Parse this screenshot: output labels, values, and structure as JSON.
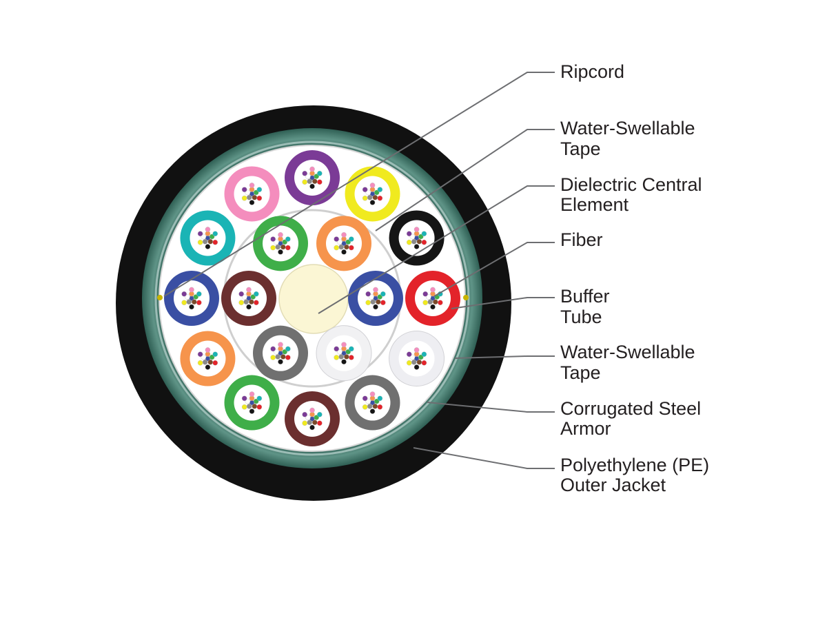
{
  "labels": {
    "ripcord": "Ripcord",
    "water_swellable_tape_inner": [
      "Water-Swellable",
      "Tape"
    ],
    "dielectric_central_element": [
      "Dielectric Central",
      "Element"
    ],
    "fiber": "Fiber",
    "buffer_tube": [
      "Buffer",
      "Tube"
    ],
    "water_swellable_tape_outer": [
      "Water-Swellable",
      "Tape"
    ],
    "corrugated_steel_armor": [
      "Corrugated Steel",
      "Armor"
    ],
    "pe_outer_jacket": [
      "Polyethylene (PE)",
      "Outer Jacket"
    ]
  },
  "colors": {
    "outer_jacket": "#111111",
    "steel_armor": "#3f7668",
    "armor_highlight": "#8fb3ab",
    "tape_fill": "#ffffff",
    "central_element": "#fbf6d4",
    "leader_line": "#6d6e71",
    "label_text": "#231f20"
  },
  "inner_ring_tubes": [
    "#3fae49",
    "#f6944c",
    "#3a4fa3",
    "#f1f1f3",
    "#707070",
    "#6b2f2f"
  ],
  "outer_ring_tubes": [
    "#7b3b96",
    "#f0ea1f",
    "#151515",
    "#e3232a",
    "#eeeef2",
    "#707070",
    "#6b2f2f",
    "#3fae49",
    "#f6944c",
    "#3a4fa3",
    "#1ab4b5",
    "#f48dbd"
  ],
  "fiber_colors": [
    "#3a4fa3",
    "#f6944c",
    "#3fae49",
    "#7a4a2a",
    "#8a8a8a",
    "#ffffff",
    "#e3232a",
    "#151515",
    "#f0ea1f",
    "#7b3b96",
    "#f48dbd",
    "#1ab4b5"
  ]
}
